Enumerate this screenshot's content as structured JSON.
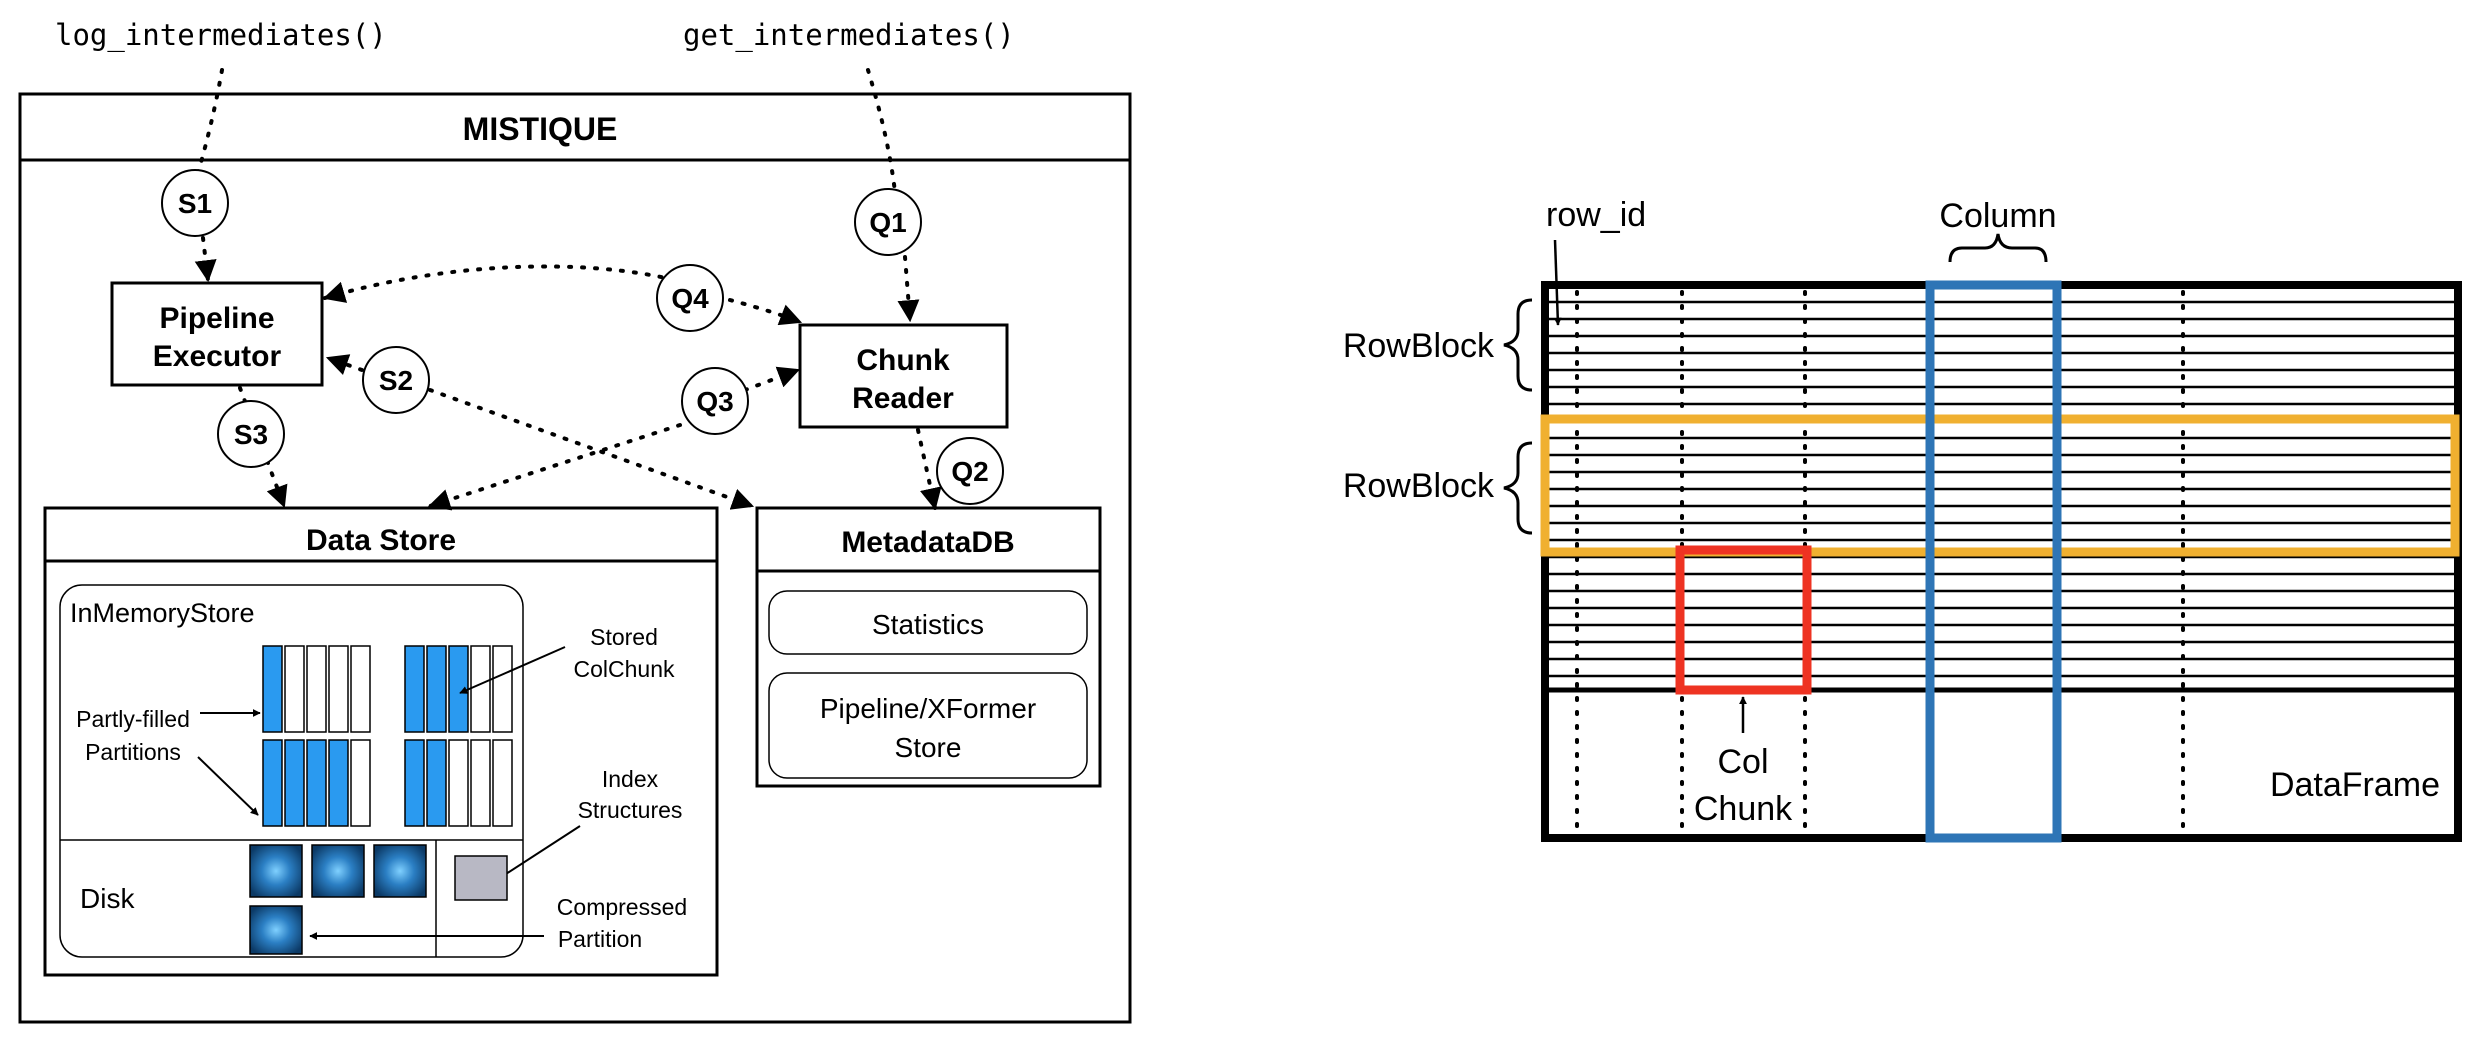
{
  "api": {
    "log_fn": "log_intermediates()",
    "get_fn": "get_intermediates()"
  },
  "mistique": {
    "title": "MISTIQUE",
    "steps": {
      "s1": "S1",
      "s2": "S2",
      "s3": "S3",
      "q1": "Q1",
      "q2": "Q2",
      "q3": "Q3",
      "q4": "Q4"
    },
    "pipeline_executor": {
      "line1": "Pipeline",
      "line2": "Executor"
    },
    "chunk_reader": {
      "line1": "Chunk",
      "line2": "Reader"
    },
    "data_store": {
      "title": "Data Store",
      "in_memory": "InMemoryStore",
      "partly_filled": {
        "line1": "Partly-filled",
        "line2": "Partitions"
      },
      "stored_colchunk": {
        "line1": "Stored",
        "line2": "ColChunk"
      },
      "index_structures": {
        "line1": "Index",
        "line2": "Structures"
      },
      "compressed_partition": {
        "line1": "Compressed",
        "line2": "Partition"
      },
      "disk": "Disk"
    },
    "metadata_db": {
      "title": "MetadataDB",
      "statistics": "Statistics",
      "pipeline_store": {
        "line1": "Pipeline/XFormer",
        "line2": "Store"
      }
    }
  },
  "dataframe": {
    "row_id": "row_id",
    "column": "Column",
    "rowblock_1": "RowBlock",
    "rowblock_2": "RowBlock",
    "col_chunk": {
      "line1": "Col",
      "line2": "Chunk"
    },
    "dataframe_label": "DataFrame"
  },
  "colors": {
    "blue_fill": "#2a9af0",
    "disk_blue": "#1f6fb0",
    "index_gray": "#b8b8c4",
    "column_blue": "#2e75b6",
    "rowblock_orange": "#f0b030",
    "colchunk_red": "#ee3322"
  },
  "icons": {
    "disk_partition": "glowing-blue-square",
    "index_structure": "gray-square"
  }
}
